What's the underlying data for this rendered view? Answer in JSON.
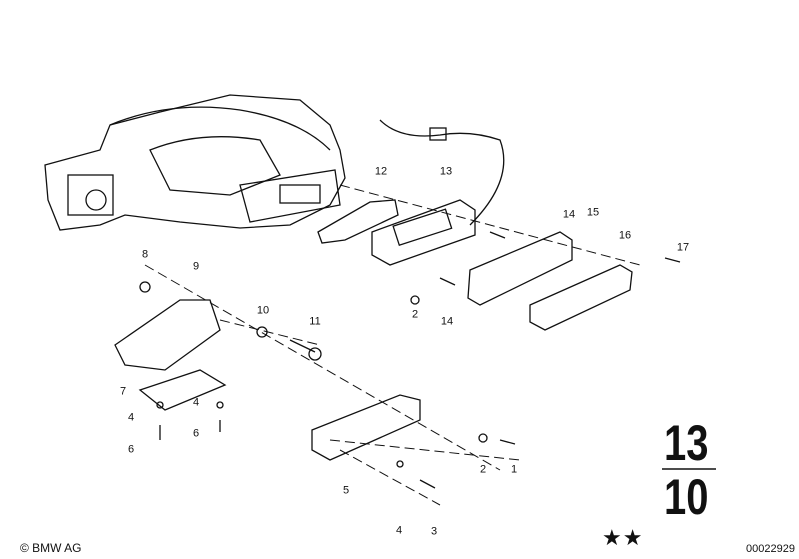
{
  "diagram": {
    "callouts": [
      "12",
      "13",
      "14",
      "15",
      "16",
      "17",
      "8",
      "9",
      "10",
      "11",
      "2",
      "14",
      "7",
      "4",
      "4",
      "6",
      "6",
      "5",
      "4",
      "3",
      "2",
      "1"
    ],
    "group_main": "13",
    "group_sub": "10",
    "stars": "★★",
    "copyright": "© BMW AG",
    "doc_number": "00022929"
  }
}
